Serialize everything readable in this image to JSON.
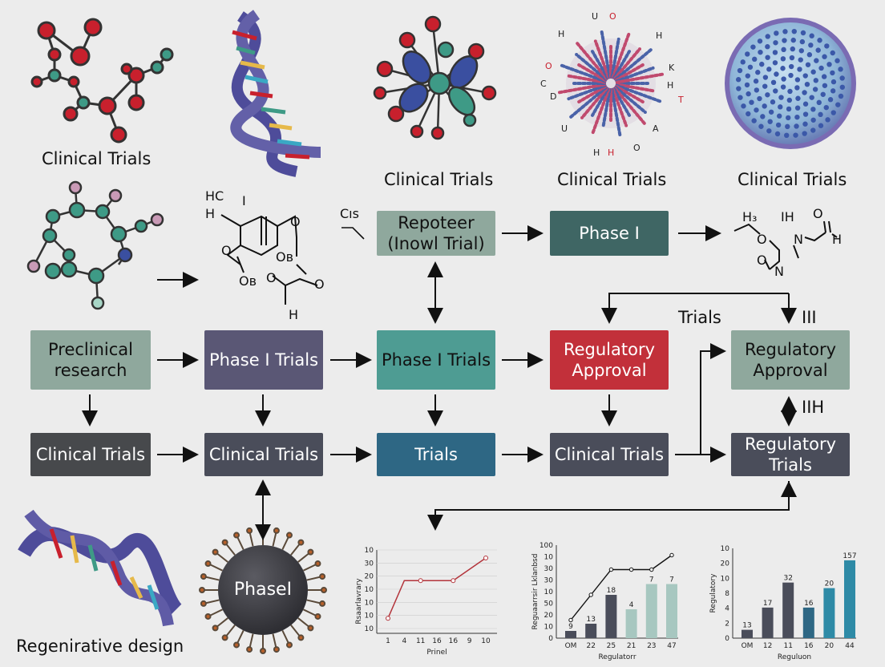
{
  "labels": {
    "top_left": "Clinical Trials",
    "top_mid1": "Clinical Trials",
    "top_mid2": "Clinical Trials",
    "top_right": "Clinical Trials",
    "trials_float": "Trials",
    "iii_float": "III",
    "iih_float": "IIH",
    "bottom_left": "Regenirative design",
    "cis": "Cıs"
  },
  "boxes": {
    "repoteer": "Repoteer (Inowl Trial)",
    "phase_top": "Phase I",
    "preclinical": "Preclinical research",
    "phase1_trials": "Phase I Trials",
    "phase1_trials_teal": "Phase I Trials",
    "reg_approval_red": "Regulatory Approval",
    "reg_approval_right": "Regulatory Approval",
    "ct1": "Clinical Trials",
    "ct2": "Clinical Trials",
    "trials": "Trials",
    "ct3": "Clinical Trials",
    "reg_trials": "Regulatory Trials",
    "phase_circle": "PhaseI"
  },
  "chem_text": {
    "hc": "HC",
    "h1": "H",
    "i1": "I",
    "o1": "O",
    "o2": "O",
    "o3": "O",
    "o4": "O",
    "ob1": "Oв",
    "ob2": "Oв",
    "h2": "H",
    "r_h3": "H₃",
    "r_ih": "IH",
    "r_o": "O",
    "r_n": "N",
    "r_h": "H",
    "r_o2": "O",
    "r_o3": "O",
    "r_n2": "N"
  },
  "virus_letters": [
    "U",
    "O",
    "H",
    "H",
    "K",
    "O",
    "C",
    "D",
    "H",
    "T",
    "U",
    "A",
    "H",
    "H",
    "O"
  ],
  "colors": {
    "sage": "#8fa89d",
    "slate_purple": "#5a5775",
    "teal": "#4e9c93",
    "red": "#c2303a",
    "dark_teal": "#3f6664",
    "charcoal": "#47494c",
    "dark_slate": "#4a4d5a",
    "ocean": "#2e6784",
    "chart_red": "#b3343b"
  },
  "chart_data": [
    {
      "type": "line",
      "x": [
        "1",
        "4",
        "11",
        "16",
        "16",
        "9",
        "10"
      ],
      "values": [
        2,
        7,
        7,
        7,
        7,
        8.5,
        10
      ],
      "yticks": [
        "10",
        "30",
        "20",
        "10",
        "10",
        "10",
        "10"
      ],
      "ylabel": "Rsaarlavrary",
      "xlabel": "Prinel"
    },
    {
      "type": "bar",
      "categories": [
        "OM",
        "22",
        "25",
        "21",
        "23",
        "47"
      ],
      "values": [
        10,
        20,
        60,
        40,
        75,
        75
      ],
      "bar_labels": [
        "9",
        "13",
        "18",
        "4",
        "7",
        "7"
      ],
      "line_values": [
        25,
        60,
        95,
        95,
        95,
        115
      ],
      "yticks": [
        "100",
        "10",
        "30",
        "30",
        "10",
        "50",
        "20",
        "10",
        "0"
      ],
      "ylabel": "Reguaarrsir Lklanbsd",
      "xlabel": "Regulatorr"
    },
    {
      "type": "bar",
      "categories": [
        "OM",
        "12",
        "11",
        "16",
        "20",
        "44"
      ],
      "values": [
        3,
        11,
        20,
        11,
        18,
        28
      ],
      "bar_labels": [
        "13",
        "17",
        "32",
        "16",
        "20",
        "157"
      ],
      "yticks": [
        "10",
        "20",
        "10",
        "8",
        "4",
        "2",
        "0"
      ],
      "ylabel": "Regulatory",
      "xlabel": "Reguluon"
    }
  ]
}
